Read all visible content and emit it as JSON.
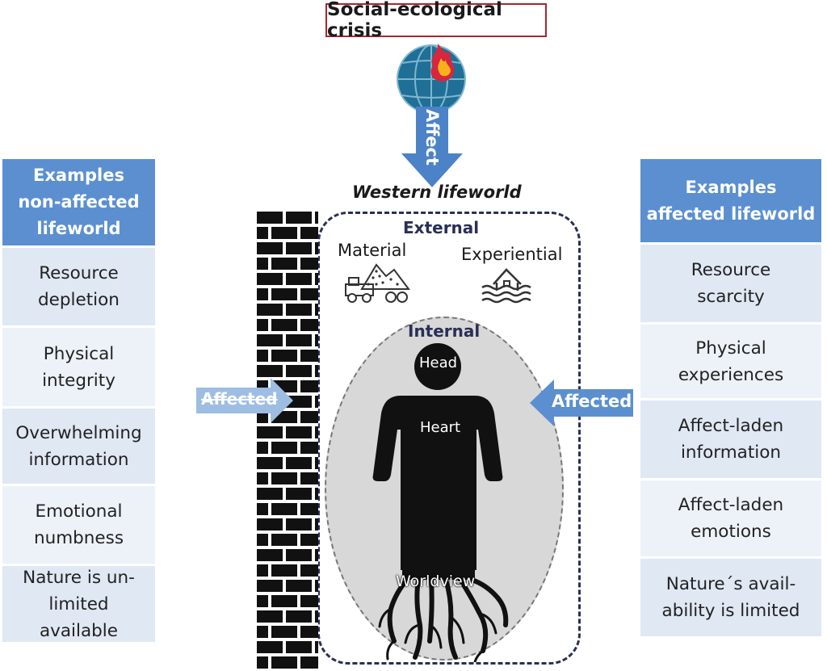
{
  "title": "Social-ecological crisis",
  "arrow_affect": "Affect",
  "lifeworld_label": "Western lifeworld",
  "external_label": "External",
  "material_label": "Material",
  "experiential_label": "Experiential",
  "internal_label": "Internal",
  "person": {
    "head": "Head",
    "heart": "Heart",
    "worldview": "Worldview"
  },
  "affected_left": "Affected",
  "affected_right": "Affected",
  "left_column": {
    "header": [
      "Examples",
      "non-affected",
      "lifeworld"
    ],
    "rows": [
      [
        "Resource",
        "depletion"
      ],
      [
        "Physical",
        "integrity"
      ],
      [
        "Overwhelming",
        "information"
      ],
      [
        "Emotional",
        "numbness"
      ],
      [
        "Nature is un-",
        "limited available"
      ]
    ]
  },
  "right_column": {
    "header": [
      "Examples",
      "affected lifeworld"
    ],
    "rows": [
      [
        "Resource",
        "scarcity"
      ],
      [
        "Physical",
        "experiences"
      ],
      [
        "Affect-laden",
        "information"
      ],
      [
        "Affect-laden",
        "emotions"
      ],
      [
        "Nature´s avail-",
        "ability is limited"
      ]
    ]
  },
  "colors": {
    "header_blue": "#5b8fd0",
    "cell_dark": "#dfe8f3",
    "cell_light": "#edf2f9",
    "crisis_border": "#a8262e",
    "dashed_border": "#2a2f55",
    "arrow_blue": "#4b82c8"
  },
  "icons": [
    "globe-fire-icon",
    "quarry-truck-icon",
    "flooded-house-icon",
    "person-silhouette-icon",
    "roots-icon",
    "brick-wall-icon"
  ]
}
